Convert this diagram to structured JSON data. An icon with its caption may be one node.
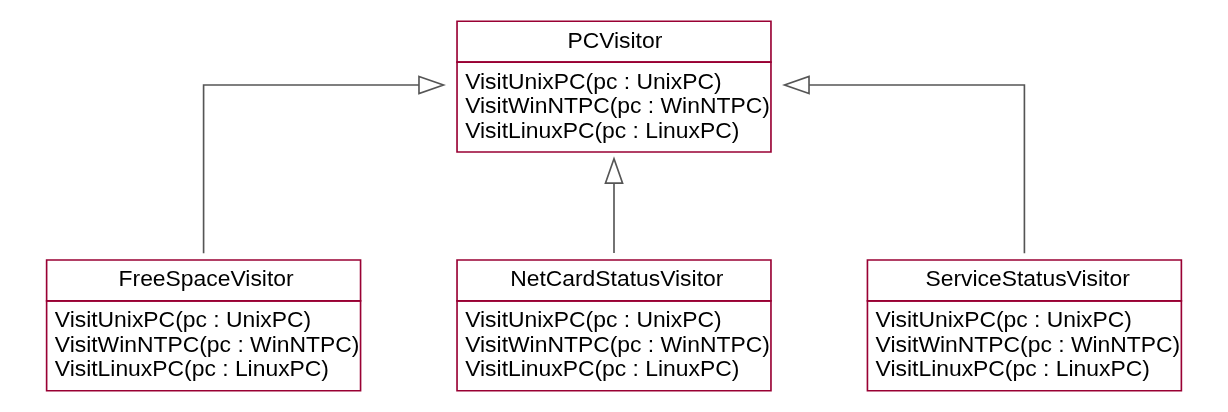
{
  "diagram": {
    "nodes": [
      {
        "text": [
          "PCVisitor",
          "VisitUnixPC(pc : UnixPC)",
          "VisitWinNTPC(pc : WinNTPC)",
          "VisitLinuxPC(pc : LinuxPC)"
        ]
      },
      {
        "text": [
          "FreeSpaceVisitor",
          "VisitUnixPC(pc : UnixPC)",
          "VisitWinNTPC(pc : WinNTPC)",
          "VisitLinuxPC(pc : LinuxPC)"
        ]
      },
      {
        "text": [
          "NetCardStatusVisitor",
          "VisitUnixPC(pc : UnixPC)",
          "VisitWinNTPC(pc : WinNTPC)",
          "VisitLinuxPC(pc : LinuxPC)"
        ]
      },
      {
        "text": [
          "ServiceStatusVisitor",
          "VisitUnixPC(pc : UnixPC)",
          "VisitWinNTPC(pc : WinNTPC)",
          "VisitLinuxPC(pc : LinuxPC)"
        ]
      }
    ],
    "edges": [
      {
        "from": 1,
        "to": 0,
        "arrow": "to"
      },
      {
        "from": 2,
        "to": 0,
        "arrow": "to"
      },
      {
        "from": 3,
        "to": 0,
        "arrow": "to"
      }
    ]
  }
}
